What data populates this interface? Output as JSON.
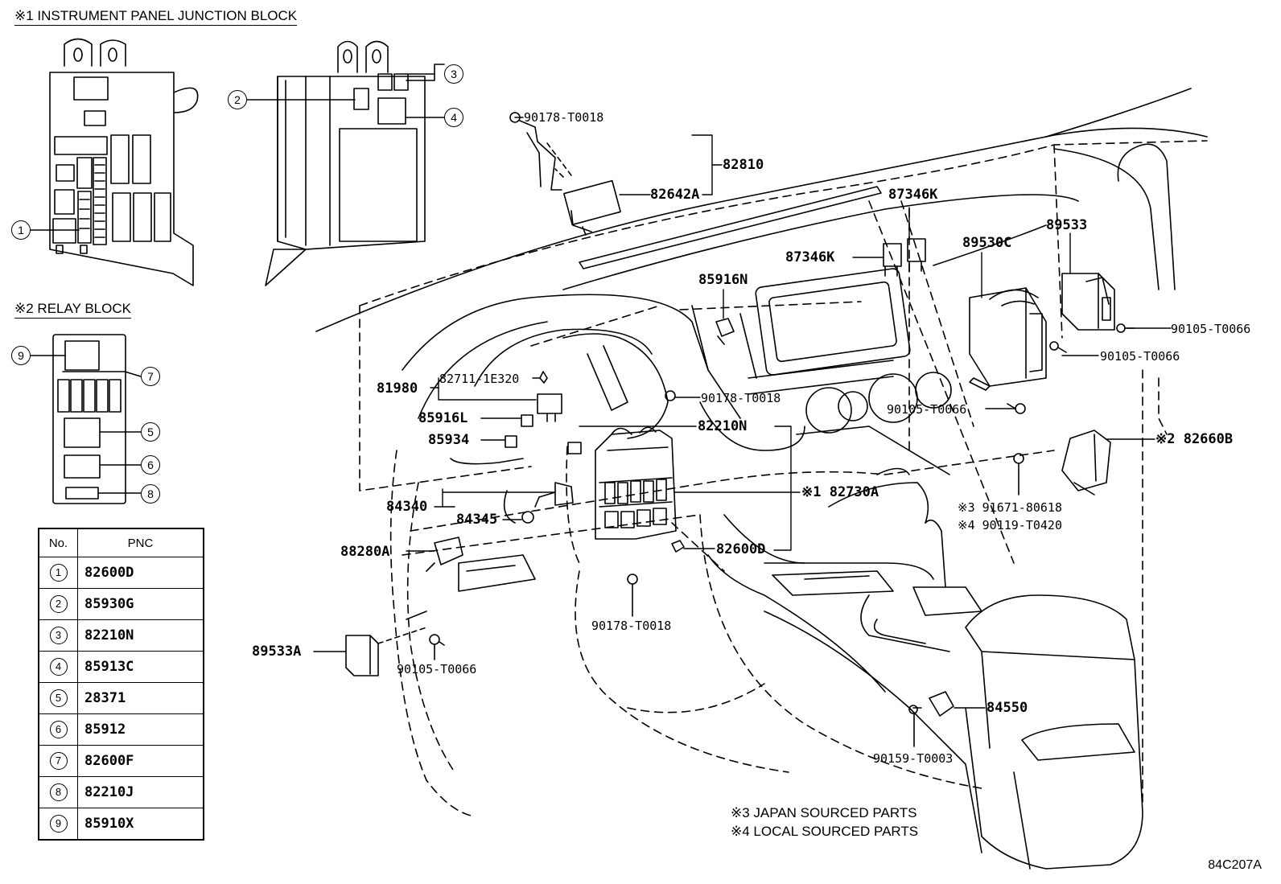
{
  "sections": {
    "junction_block_title": "※1 INSTRUMENT PANEL JUNCTION BLOCK",
    "relay_block_title": "※2 RELAY BLOCK"
  },
  "callouts": {
    "c1": "1",
    "c2": "2",
    "c3": "3",
    "c4": "4",
    "c5": "5",
    "c6": "6",
    "c7": "7",
    "c8": "8",
    "c9": "9"
  },
  "table": {
    "header_no": "No.",
    "header_pnc": "PNC",
    "rows": [
      {
        "no": "1",
        "pnc": "82600D"
      },
      {
        "no": "2",
        "pnc": "85930G"
      },
      {
        "no": "3",
        "pnc": "82210N"
      },
      {
        "no": "4",
        "pnc": "85913C"
      },
      {
        "no": "5",
        "pnc": "28371"
      },
      {
        "no": "6",
        "pnc": "85912"
      },
      {
        "no": "7",
        "pnc": "82600F"
      },
      {
        "no": "8",
        "pnc": "82210J"
      },
      {
        "no": "9",
        "pnc": "85910X"
      }
    ]
  },
  "parts": {
    "p90178_top": "90178-T0018",
    "p82810": "82810",
    "p82642A": "82642A",
    "p87346K_a": "87346K",
    "p87346K_b": "87346K",
    "p89530C": "89530C",
    "p89533": "89533",
    "p85916N": "85916N",
    "p90105_r1": "90105-T0066",
    "p90105_r2": "90105-T0066",
    "p81980": "81980",
    "p82711": "82711-1E320",
    "p90178_mid": "90178-T0018",
    "p90105_mid": "90105-T0066",
    "p85916L": "85916L",
    "p82210N": "82210N",
    "p85934": "85934",
    "p82660B": "※2 82660B",
    "p82730A": "※1 82730A",
    "p84340": "84340",
    "p84345": "84345",
    "p91671": "※3 91671-80618",
    "p90119": "※4 90119-T0420",
    "p88280A": "88280A",
    "p82600D": "82600D",
    "p90178_low": "90178-T0018",
    "p89533A": "89533A",
    "p90105_low": "90105-T0066",
    "p84550": "84550",
    "p90159": "90159-T0003"
  },
  "notes": {
    "japan": "※3 JAPAN SOURCED PARTS",
    "local": "※4 LOCAL SOURCED PARTS"
  },
  "diagram_code": "84C207A"
}
